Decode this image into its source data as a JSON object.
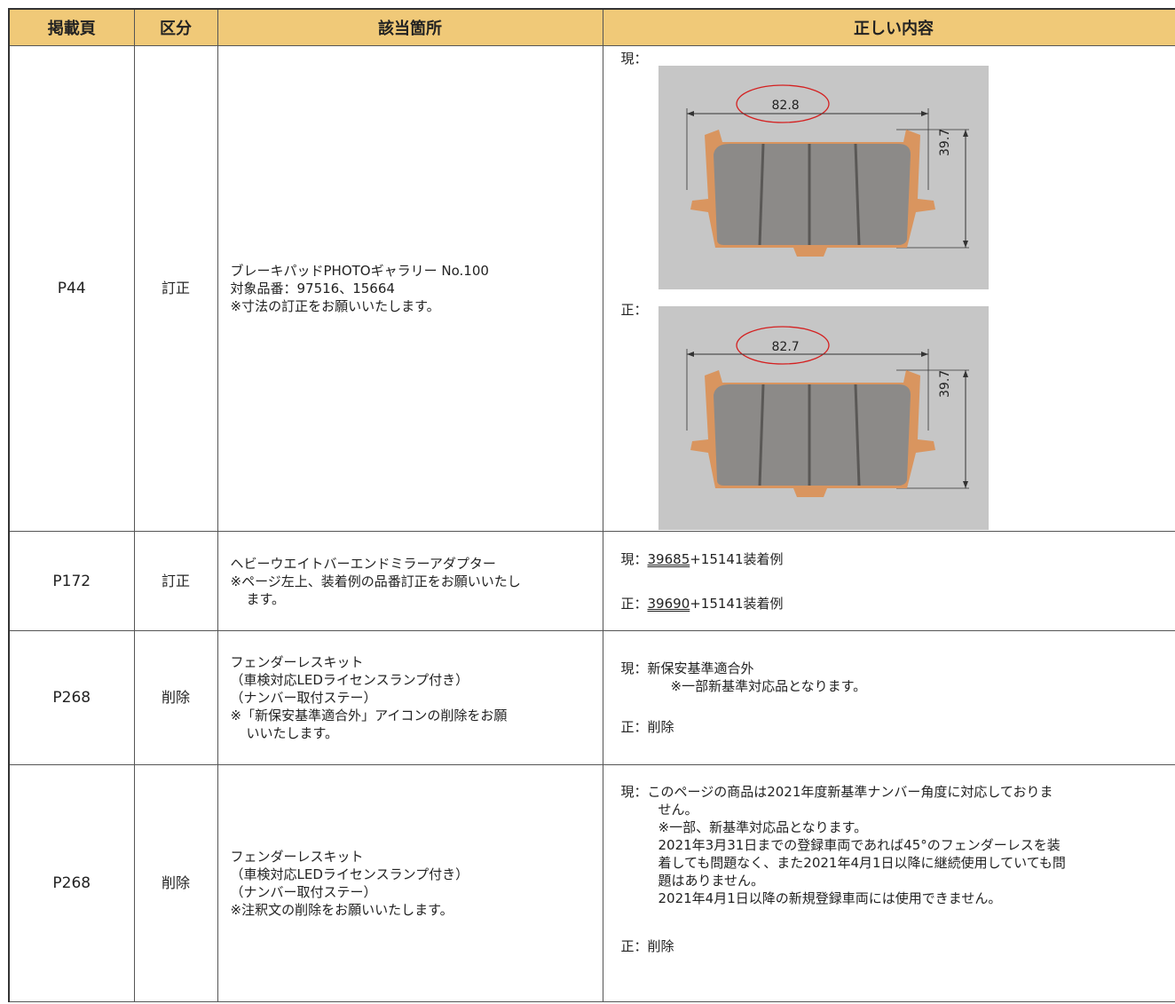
{
  "headers": [
    "掲載頁",
    "区分",
    "該当箇所",
    "正しい内容"
  ],
  "rows": [
    {
      "page": "P44",
      "kubun": "訂正",
      "location": [
        "ブレーキパッドPHOTOギャラリー No.100",
        "対象品番：97516、15664",
        "※寸法の訂正をお願いいたします。"
      ],
      "content": {
        "current_label": "現：",
        "correct_label": "正：",
        "current_width": "82.8",
        "correct_width": "82.7",
        "height": "39.7"
      }
    },
    {
      "page": "P172",
      "kubun": "訂正",
      "location": [
        "ヘビーウエイトバーエンドミラーアダプター",
        "※ページ左上、装着例の品番訂正をお願いいたし",
        "ます。"
      ],
      "content": {
        "current_label": "現：",
        "current_part": "39685",
        "current_rest": "+15141装着例",
        "correct_label": "正：",
        "correct_part": "39690",
        "correct_rest": "+15141装着例"
      }
    },
    {
      "page": "P268",
      "kubun": "削除",
      "location": [
        "フェンダーレスキット",
        "（車検対応LEDライセンスランプ付き）",
        "（ナンバー取付ステー）",
        "※「新保安基準適合外」アイコンの削除をお願",
        "いいたします。"
      ],
      "content": {
        "current": "現：新保安基準適合外",
        "note": "※一部新基準対応品となります。",
        "correct": "正：削除"
      }
    },
    {
      "page": "P268",
      "kubun": "削除",
      "location": [
        "フェンダーレスキット",
        "（車検対応LEDライセンスランプ付き）",
        "（ナンバー取付ステー）",
        "※注釈文の削除をお願いいたします。"
      ],
      "content": {
        "lines": [
          "現：このページの商品は2021年度新基準ナンバー角度に対応しておりま",
          "せん。",
          "※一部、新基準対応品となります。",
          "2021年3月31日までの登録車両であれば45°のフェンダーレスを装",
          "着しても問題なく、また2021年4月1日以降に継続使用していても問",
          "題はありません。",
          "2021年4月1日以降の新規登録車両には使用できません。"
        ],
        "correct": "正：削除"
      }
    }
  ],
  "colors": {
    "header_bg": "#f0c978",
    "pad_color": "#d9955f",
    "photo_bg": "#c8c8c8",
    "ellipse": "#d42020"
  }
}
